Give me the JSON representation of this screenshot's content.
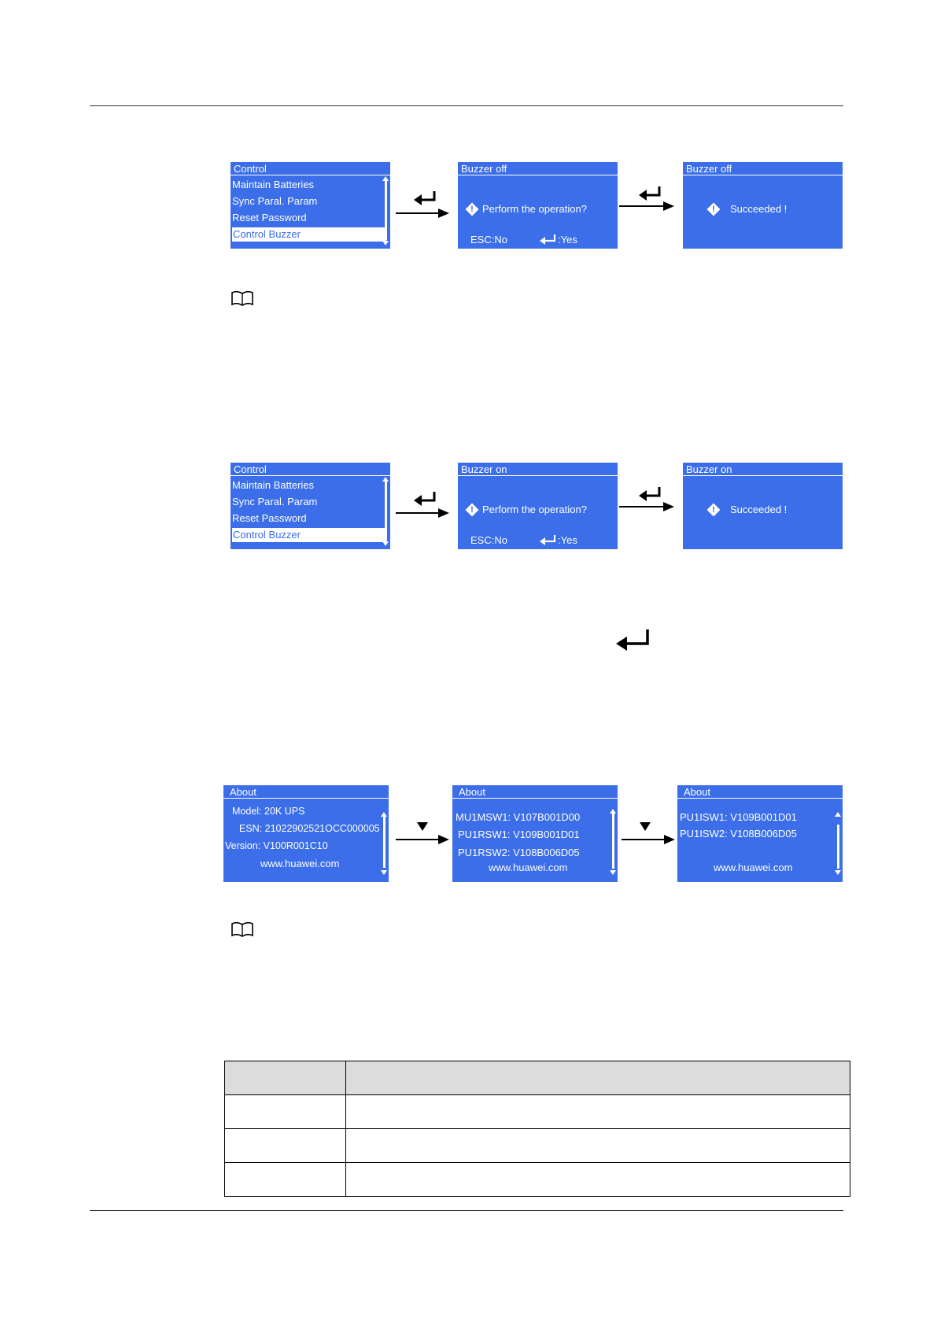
{
  "figure1": {
    "menu": {
      "title": "Control",
      "items": [
        "Maintain Batteries",
        "Sync Paral. Param",
        "Reset Password",
        "Control Buzzer"
      ],
      "selected_index": 3
    },
    "confirm": {
      "title": "Buzzer off",
      "question": "Perform the operation?",
      "esc": "ESC:No",
      "yes": ":Yes"
    },
    "result": {
      "title": "Buzzer off",
      "message": "Succeeded !"
    }
  },
  "figure2": {
    "menu": {
      "title": "Control",
      "items": [
        "Maintain Batteries",
        "Sync Paral. Param",
        "Reset Password",
        "Control Buzzer"
      ],
      "selected_index": 3
    },
    "confirm": {
      "title": "Buzzer on",
      "question": "Perform the operation?",
      "esc": "ESC:No",
      "yes": ":Yes"
    },
    "result": {
      "title": "Buzzer on",
      "message": "Succeeded !"
    }
  },
  "figure3": {
    "screen1": {
      "title": "About",
      "model": "Model: 20K UPS",
      "esn": "ESN: 21022902521OCC000005",
      "version": "Version: V100R001C10",
      "url": "www.huawei.com"
    },
    "screen2": {
      "title": "About",
      "line1": "MU1MSW1: V107B001D00",
      "line2": "PU1RSW1: V109B001D01",
      "line3": "PU1RSW2: V108B006D05",
      "url": "www.huawei.com"
    },
    "screen3": {
      "title": "About",
      "line1": "PU1ISW1: V109B001D01",
      "line2": "PU1ISW2: V108B006D05",
      "url": "www.huawei.com"
    }
  },
  "colors": {
    "screen_bg": "#3b6ee8",
    "table_header_bg": "#dcdcdc"
  },
  "icons": [
    "enter-icon",
    "warning-icon",
    "book-icon",
    "down-key-icon",
    "right-arrow-icon"
  ]
}
